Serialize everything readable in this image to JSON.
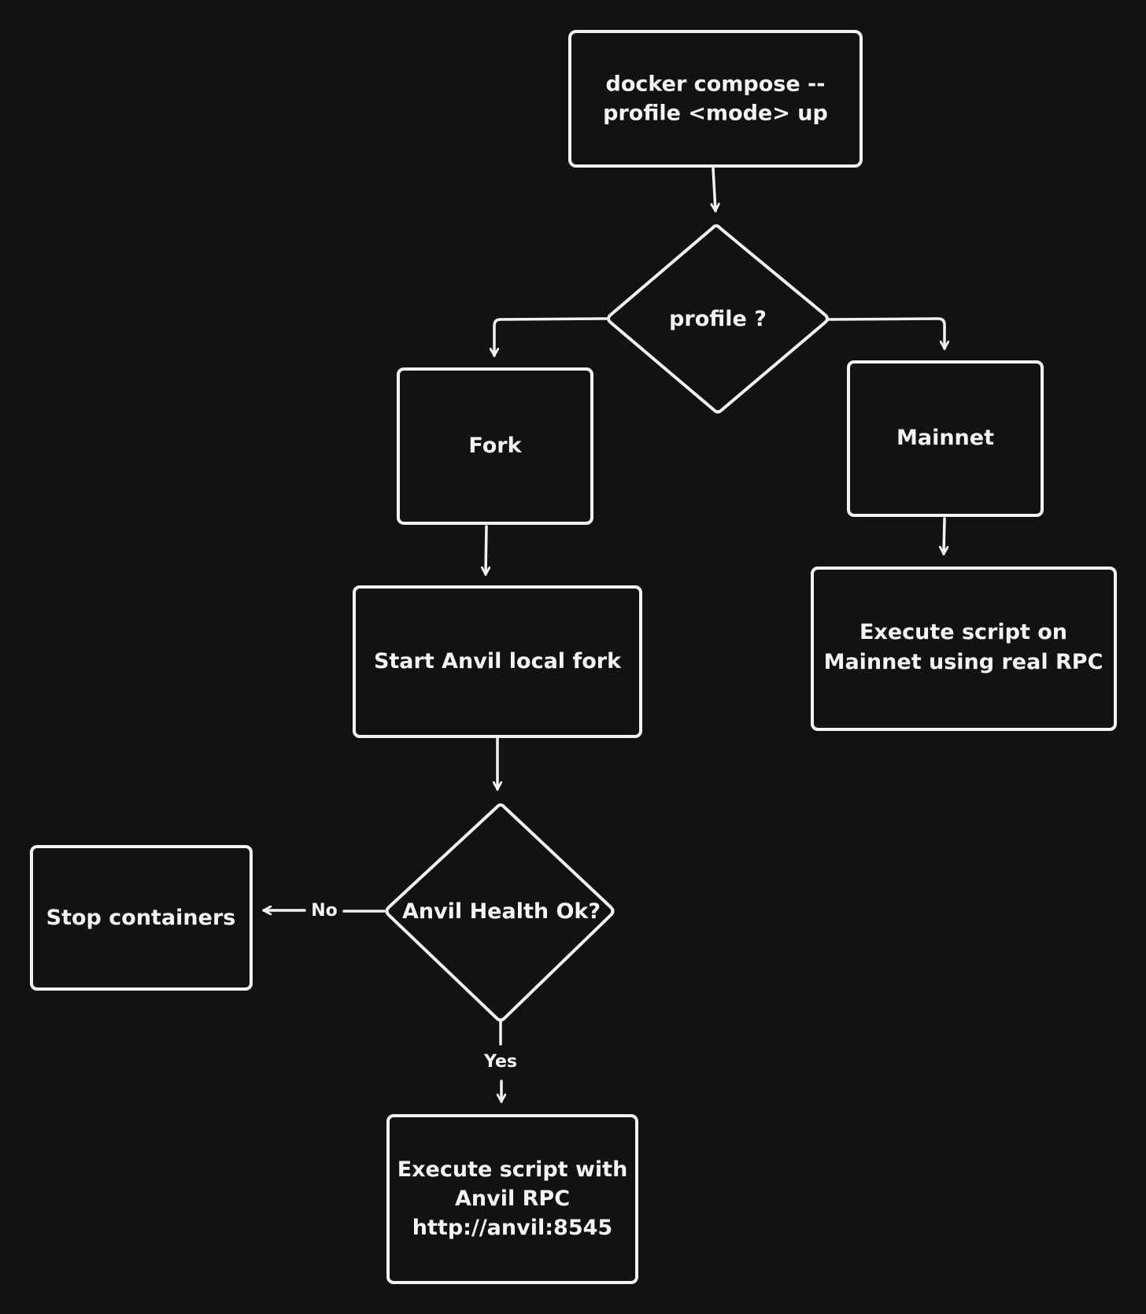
{
  "colors": {
    "background": "#121212",
    "stroke": "#f2f2f2",
    "text": "#f4f4f4"
  },
  "nodes": {
    "compose": {
      "lines": [
        "docker compose --",
        "profile <mode> up"
      ]
    },
    "profile_decision": {
      "lines": [
        "profile ?"
      ]
    },
    "fork": {
      "lines": [
        "Fork"
      ]
    },
    "mainnet": {
      "lines": [
        "Mainnet"
      ]
    },
    "anvil_fork": {
      "lines": [
        "Start Anvil local fork"
      ]
    },
    "execute_mainnet": {
      "lines": [
        "Execute script on",
        "Mainnet using real RPC"
      ]
    },
    "health_decision": {
      "lines": [
        "Anvil Health Ok?"
      ]
    },
    "stop_containers": {
      "lines": [
        "Stop containers"
      ]
    },
    "execute_anvil": {
      "lines": [
        "Execute script with",
        "Anvil RPC",
        "http://anvil:8545"
      ]
    }
  },
  "edges": {
    "no_label": "No",
    "yes_label": "Yes"
  }
}
